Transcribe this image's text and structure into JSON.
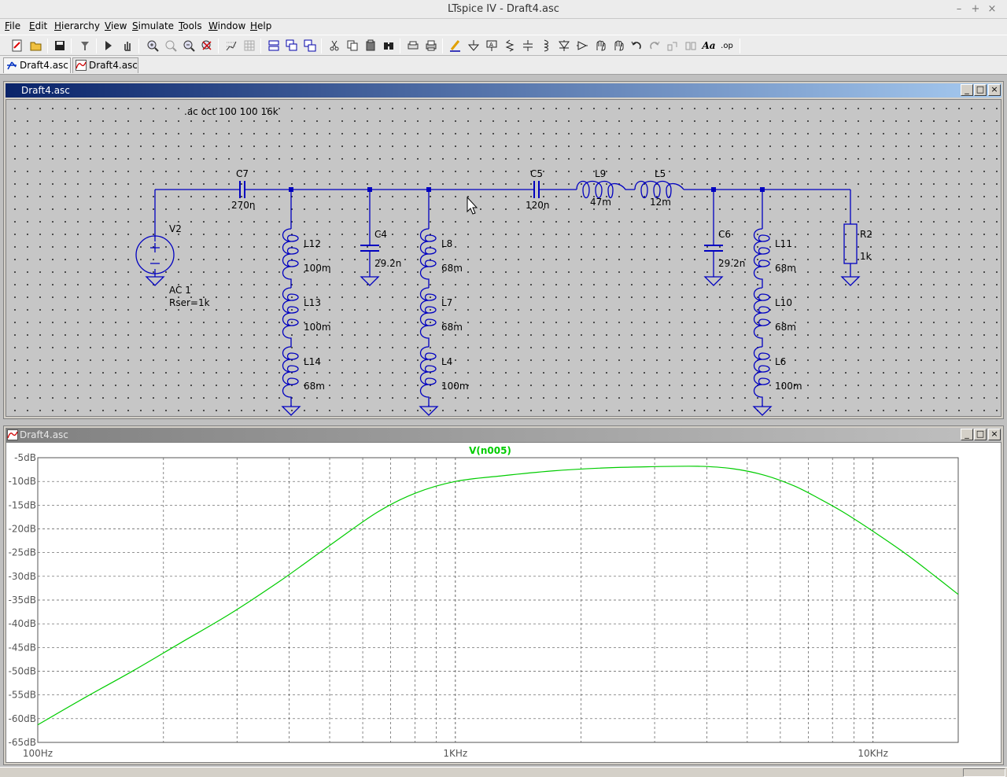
{
  "window": {
    "title": "LTspice IV - Draft4.asc"
  },
  "menu": {
    "items": [
      {
        "label": "File",
        "hotkey": "F",
        "rest": "ile"
      },
      {
        "label": "Edit",
        "hotkey": "E",
        "rest": "dit"
      },
      {
        "label": "Hierarchy",
        "hotkey": "H",
        "rest": "ierarchy"
      },
      {
        "label": "View",
        "hotkey": "V",
        "rest": "iew"
      },
      {
        "label": "Simulate",
        "hotkey": "S",
        "rest": "imulate"
      },
      {
        "label": "Tools",
        "hotkey": "T",
        "rest": "ools"
      },
      {
        "label": "Window",
        "hotkey": "W",
        "rest": "indow"
      },
      {
        "label": "Help",
        "hotkey": "H",
        "rest": "elp"
      }
    ]
  },
  "toolbar": {
    "icons": [
      "new-schematic-icon",
      "open-icon",
      "save-icon",
      "control-panel-icon",
      "run-icon",
      "halt-icon",
      "zoom-in-icon",
      "zoom-area-icon",
      "zoom-out-icon",
      "zoom-fit-icon",
      "autorange-icon",
      "grid-icon",
      "tile-horizontal-icon",
      "cascade-icon",
      "tile-vertical-icon",
      "cut-icon",
      "copy-icon",
      "paste-icon",
      "find-icon",
      "print-setup-icon",
      "print-icon",
      "draw-wire-icon",
      "ground-icon",
      "label-net-icon",
      "resistor-icon",
      "capacitor-icon",
      "inductor-icon",
      "diode-icon",
      "component-icon",
      "move-icon",
      "drag-icon",
      "undo-icon",
      "redo-icon",
      "rotate-icon",
      "mirror-icon",
      "text-icon",
      "spice-directive-icon"
    ],
    "text_icon_label": "Aa",
    "directive_icon_label": ".op"
  },
  "tabs": [
    {
      "label": "Draft4.asc",
      "icon": "schematic-icon",
      "active": true
    },
    {
      "label": "Draft4.asc",
      "icon": "waveform-icon",
      "active": false
    }
  ],
  "schematic": {
    "title": "Draft4.asc",
    "directive": ".ac oct 100 100 16k",
    "source": {
      "name": "V2",
      "value": "AC 1",
      "rser": "Rser=1k"
    },
    "components": {
      "C7": {
        "name": "C7",
        "value": "270n"
      },
      "C5": {
        "name": "C5",
        "value": "120n"
      },
      "L9": {
        "name": "L9",
        "value": "47m"
      },
      "L5": {
        "name": "L5",
        "value": "12m"
      },
      "C4": {
        "name": "C4",
        "value": "29.2n"
      },
      "C6": {
        "name": "C6",
        "value": "29.2n"
      },
      "R2": {
        "name": "R2",
        "value": "1k"
      },
      "L12": {
        "name": "L12",
        "value": "100m"
      },
      "L13": {
        "name": "L13",
        "value": "100m"
      },
      "L14": {
        "name": "L14",
        "value": "68m"
      },
      "L8": {
        "name": "L8",
        "value": "68m"
      },
      "L7": {
        "name": "L7",
        "value": "68m"
      },
      "L4": {
        "name": "L4",
        "value": "100m"
      },
      "L11": {
        "name": "L11",
        "value": "68m"
      },
      "L10": {
        "name": "L10",
        "value": "68m"
      },
      "L6": {
        "name": "L6",
        "value": "100m"
      }
    },
    "wire_color": "#0000c0"
  },
  "waveform": {
    "title": "Draft4.asc",
    "trace_color": "#00cc00",
    "background": "#ffffff"
  },
  "chart_data": {
    "type": "line",
    "title": "",
    "legend": "V(n005)",
    "xlabel": "",
    "ylabel": "",
    "xscale": "log",
    "xlim": [
      100,
      16000
    ],
    "ylim": [
      -65,
      -5
    ],
    "x_tick_labels": [
      "100Hz",
      "1KHz",
      "10KHz"
    ],
    "y_tick_labels": [
      "-5dB",
      "-10dB",
      "-15dB",
      "-20dB",
      "-25dB",
      "-30dB",
      "-35dB",
      "-40dB",
      "-45dB",
      "-50dB",
      "-55dB",
      "-60dB",
      "-65dB"
    ],
    "grid": true,
    "series": [
      {
        "name": "V(n005)",
        "x": [
          100,
          130,
          170,
          220,
          290,
          380,
          500,
          650,
          800,
          1000,
          1300,
          1700,
          2200,
          2900,
          3800,
          4600,
          5500,
          6500,
          7500,
          8500,
          10000,
          12000,
          14000,
          16000
        ],
        "y": [
          -61.3,
          -55.5,
          -49.8,
          -44.0,
          -37.8,
          -31.0,
          -23.5,
          -16.5,
          -12.5,
          -10.0,
          -8.8,
          -7.8,
          -7.2,
          -6.9,
          -6.8,
          -7.3,
          -8.7,
          -11.0,
          -13.8,
          -16.5,
          -20.5,
          -25.3,
          -29.8,
          -33.8
        ]
      }
    ]
  }
}
